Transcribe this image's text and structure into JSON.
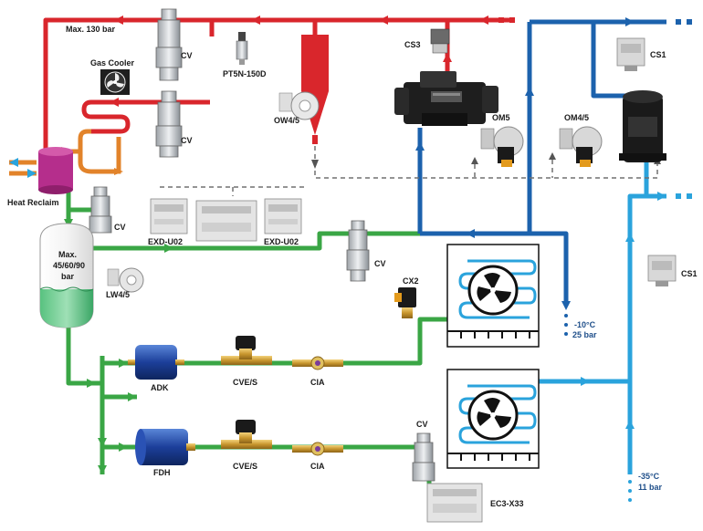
{
  "labels": {
    "max_pressure": "Max. 130 bar",
    "cv_top": "CV",
    "cv_mid": "CV",
    "cv_heat": "CV",
    "cv_green": "CV",
    "cv_bottom": "CV",
    "gas_cooler": "Gas Cooler",
    "ptsn": "PT5N-150D",
    "ow45": "OW4/5",
    "cs3": "CS3",
    "cs1_top": "CS1",
    "cs1_right": "CS1",
    "heat_reclaim": "Heat Reclaim",
    "exd_left": "EXD-U02",
    "exd_right": "EXD-U02",
    "receiver_line1": "Max.",
    "receiver_line2": "45/60/90",
    "receiver_line3": "bar",
    "lw45": "LW4/5",
    "om5": "OM5",
    "om45": "OM4/5",
    "cx2": "CX2",
    "mt_temp": "-10°C",
    "mt_pressure": "25 bar",
    "lt_temp": "-35°C",
    "lt_pressure": "11 bar",
    "adk": "ADK",
    "fdh": "FDH",
    "cve_top": "CVE/S",
    "cve_bottom": "CVE/S",
    "cia_top": "CIA",
    "cia_bottom": "CIA",
    "ec3": "EC3-X33"
  },
  "colors": {
    "high_pressure": "#d9262c",
    "gas_cooler_out": "#e2832a",
    "liquid": "#3aa645",
    "suction_mt": "#1c62ad",
    "suction_lt": "#2aa3dc",
    "oil": "#8a8a8a"
  },
  "icons": [
    "fan-icon",
    "valve-icon",
    "compressor-icon",
    "controller-icon",
    "sensor-icon",
    "filter-drier-icon",
    "solenoid-valve-icon",
    "sight-glass-icon",
    "receiver-icon",
    "oil-separator-icon",
    "evaporator-icon"
  ]
}
